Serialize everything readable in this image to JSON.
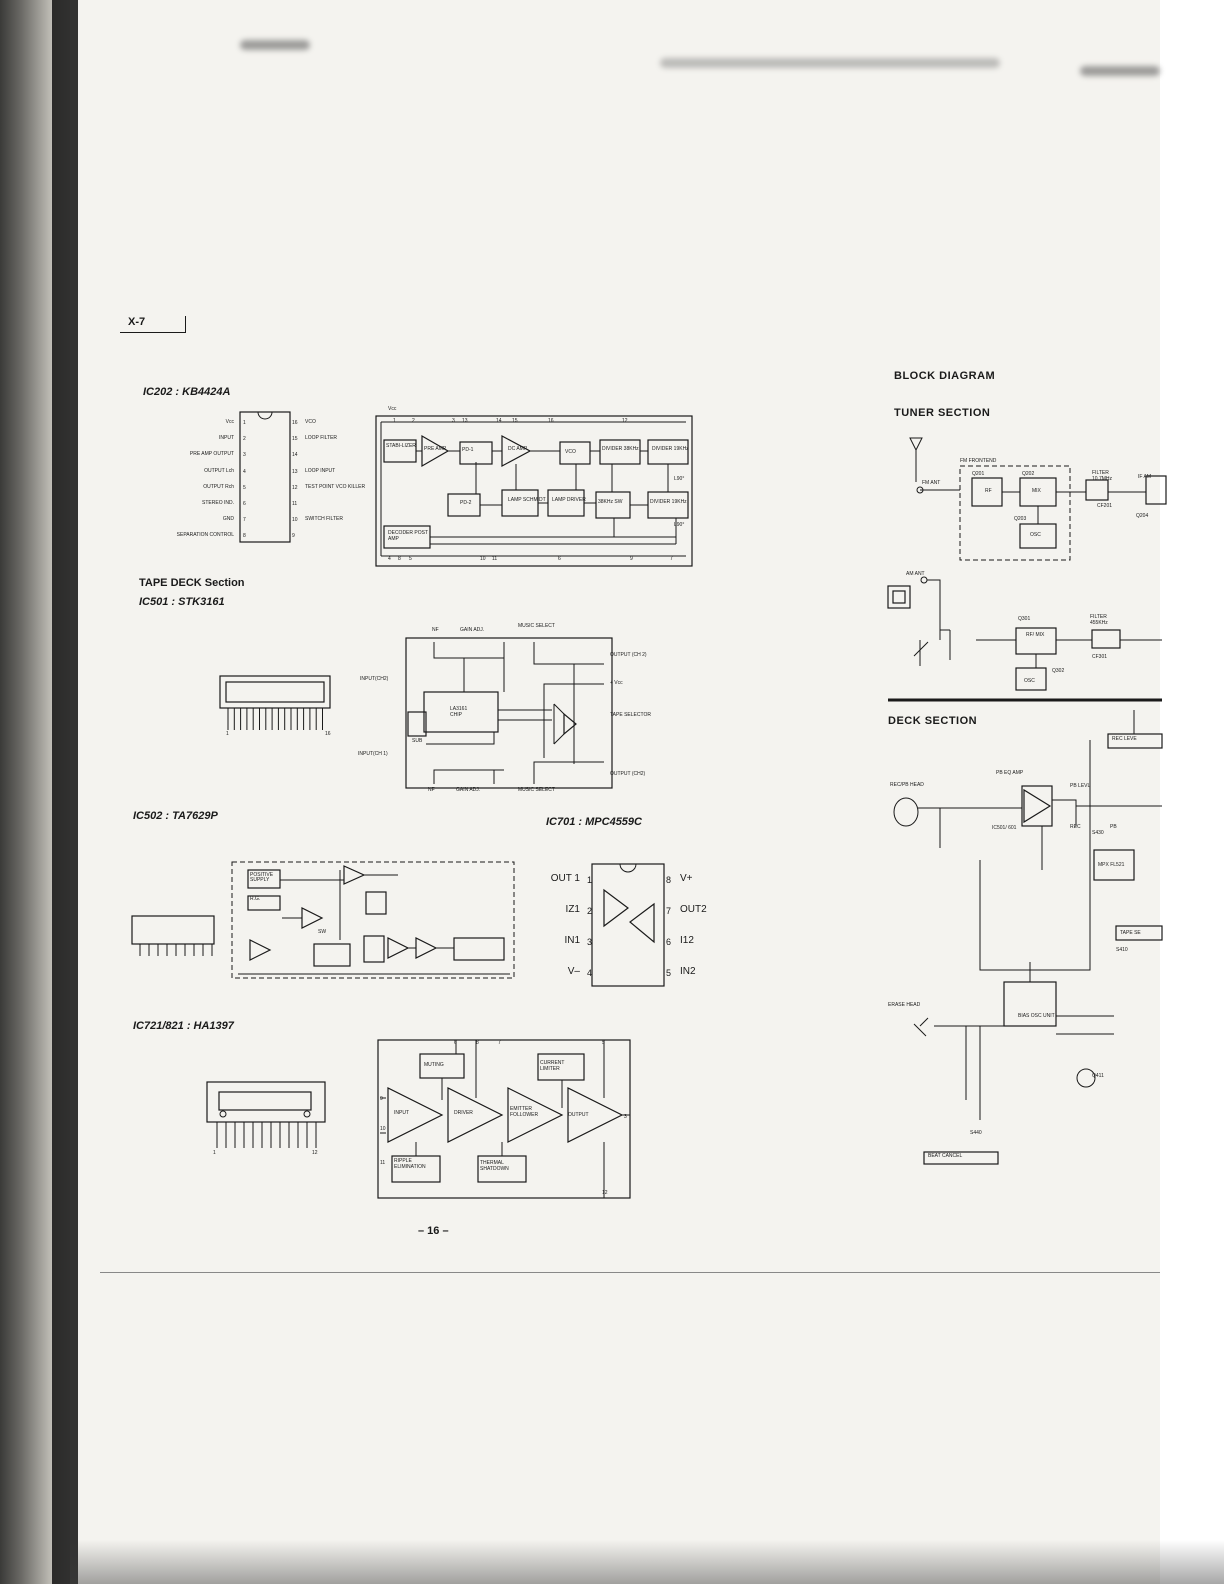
{
  "page": {
    "header_code": "X-7",
    "page_number": "– 16 –"
  },
  "ic202": {
    "title": "IC202 : KB4424A",
    "left_pins": [
      "Vcc",
      "INPUT",
      "PRE AMP OUTPUT",
      "OUTPUT Lch",
      "OUTPUT Rch",
      "STEREO IND.",
      "GND",
      "SEPARATION CONTROL"
    ],
    "left_nums": [
      "1",
      "2",
      "3",
      "4",
      "5",
      "6",
      "7",
      "8"
    ],
    "right_pins": [
      "VCO",
      "LOOP FILTER",
      "",
      "LOOP INPUT",
      "TEST POINT VCO KILLER",
      "",
      "SWITCH FILTER",
      ""
    ],
    "right_nums": [
      "16",
      "15",
      "14",
      "13",
      "12",
      "11",
      "10",
      "9"
    ],
    "block_top_label": "Vcc",
    "blocks": [
      "STABI-LIZER",
      "PRE AMP",
      "PD-1",
      "DC AMP",
      "VCO",
      "DIVIDER 38KHz",
      "DIVIDER 19KHz",
      "PD-2",
      "LAMP SCHMIDT",
      "LAMP DRIVER",
      "38KHz SW",
      "DIVIDER 19KHz",
      "DECODER POST AMP"
    ],
    "top_pins": [
      "1",
      "2",
      "3",
      "13",
      "14",
      "15",
      "16",
      "12"
    ],
    "bottom_pins": [
      "4",
      "8",
      "5",
      "10",
      "11",
      "6",
      "9",
      "7"
    ],
    "side_labels": [
      "L90°",
      "L90°"
    ]
  },
  "tape_deck": {
    "section_title": "TAPE DECK Section",
    "ic501_title": "IC501 : STK3161",
    "pkg_pins": [
      "1",
      "16"
    ],
    "top_labels": [
      "NF",
      "GAIN ADJ.",
      "MUSIC SELECT"
    ],
    "left_labels": [
      "INPUT(CH2)",
      "INPUT(CH 1)"
    ],
    "right_labels": [
      "OUTPUT (CH 2)",
      "+ Vcc",
      "TAPE SELECTOR",
      "OUTPUT (CH2)"
    ],
    "bottom_labels": [
      "NF",
      "GAIN ADJ.",
      "MUSIC SELECT"
    ],
    "chip_label": "LA3161 CHIP",
    "sub_label": "SUB"
  },
  "ic502": {
    "title": "IC502 : TA7629P",
    "block_labels": [
      "POSITIVE SUPPLY",
      "R.G.",
      "SW"
    ]
  },
  "ic701": {
    "title": "IC701 : MPC4559C",
    "left_pins": [
      "OUT 1",
      "IZ1",
      "IN1",
      "V–"
    ],
    "left_nums": [
      "1",
      "2",
      "3",
      "4"
    ],
    "right_pins": [
      "V+",
      "OUT2",
      "I12",
      "IN2"
    ],
    "right_nums": [
      "8",
      "7",
      "6",
      "5"
    ]
  },
  "ic721": {
    "title": "IC721/821 : HA1397",
    "pkg_pins": [
      "1",
      "12"
    ],
    "blocks": [
      "MUTING",
      "CURRENT LIMITER",
      "INPUT",
      "DRIVER",
      "EMITTER FOLLOWER",
      "OUTPUT",
      "RIPPLE ELIMINATION",
      "THERMAL SHATDOWN"
    ],
    "pins": [
      "6",
      "8",
      "7",
      "5",
      "9",
      "10",
      "11",
      "3",
      "12"
    ]
  },
  "block_diagram": {
    "title": "BLOCK DIAGRAM",
    "tuner_title": "TUNER SECTION",
    "fm_frontend": "FM FRONTEND",
    "fm_ant": "FM ANT",
    "am_ant": "AM ANT",
    "tuner_labels": [
      "Q201",
      "Q202",
      "RF",
      "MIX",
      "Q203",
      "OSC",
      "FILTER 10.7MHz",
      "CF201",
      "IF AM",
      "Q204",
      "Q301",
      "RF/ MIX",
      "OSC",
      "Q302",
      "FILTER 455KHz",
      "CF301"
    ],
    "deck_title": "DECK SECTION",
    "deck_labels": [
      "REC LEVE",
      "REC/PB HEAD",
      "PB EQ AMP",
      "PB LEVL",
      "IC501/ 601",
      "REC",
      "PB",
      "S430",
      "MPX FL521",
      "TAPE SE",
      "S410",
      "ERASE HEAD",
      "BIAS OSC UNIT",
      "Q411",
      "S440",
      "BEAT CANCEL"
    ]
  }
}
